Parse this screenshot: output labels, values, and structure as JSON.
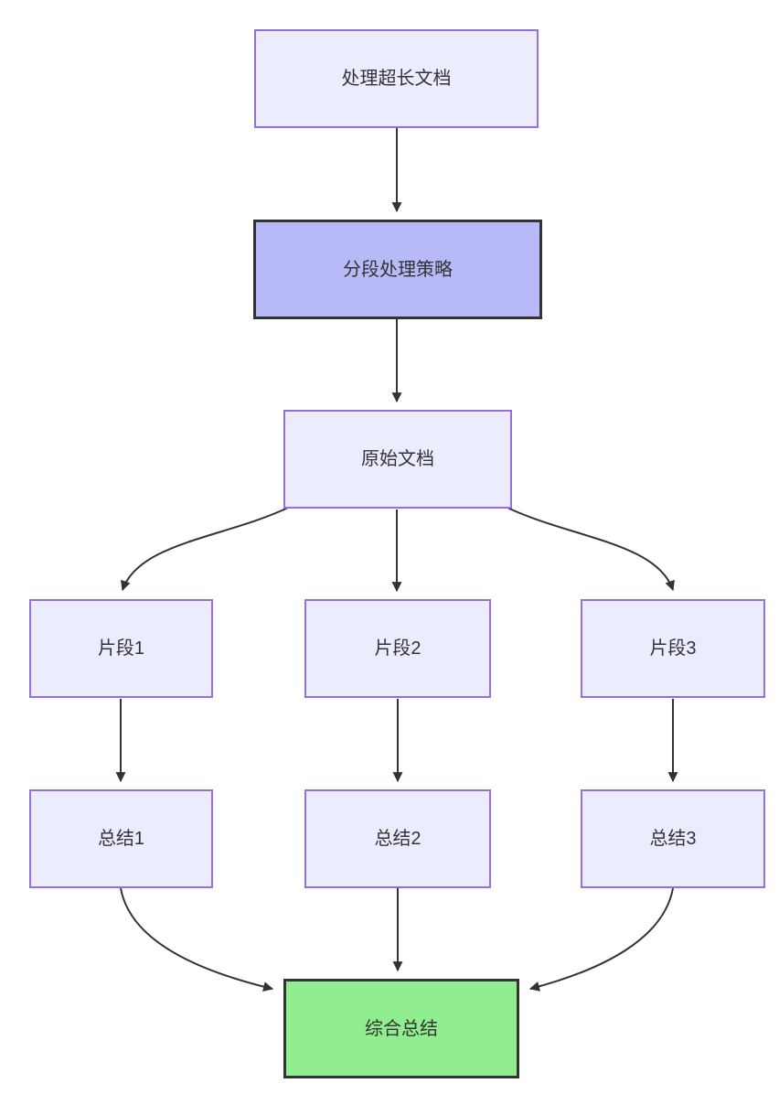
{
  "diagram": {
    "type": "flowchart",
    "direction": "top-down",
    "nodes": [
      {
        "id": "process-long-doc",
        "label": "处理超长文档",
        "kind": "default"
      },
      {
        "id": "segmentation-strategy",
        "label": "分段处理策略",
        "kind": "highlight"
      },
      {
        "id": "original-document",
        "label": "原始文档",
        "kind": "default"
      },
      {
        "id": "fragment-1",
        "label": "片段1",
        "kind": "default"
      },
      {
        "id": "fragment-2",
        "label": "片段2",
        "kind": "default"
      },
      {
        "id": "fragment-3",
        "label": "片段3",
        "kind": "default"
      },
      {
        "id": "summary-1",
        "label": "总结1",
        "kind": "default"
      },
      {
        "id": "summary-2",
        "label": "总结2",
        "kind": "default"
      },
      {
        "id": "summary-3",
        "label": "总结3",
        "kind": "default"
      },
      {
        "id": "final-summary",
        "label": "综合总结",
        "kind": "success"
      }
    ],
    "edges": [
      {
        "from": "process-long-doc",
        "to": "segmentation-strategy",
        "style": "straight"
      },
      {
        "from": "segmentation-strategy",
        "to": "original-document",
        "style": "straight"
      },
      {
        "from": "original-document",
        "to": "fragment-1",
        "style": "curved"
      },
      {
        "from": "original-document",
        "to": "fragment-2",
        "style": "straight"
      },
      {
        "from": "original-document",
        "to": "fragment-3",
        "style": "curved"
      },
      {
        "from": "fragment-1",
        "to": "summary-1",
        "style": "straight"
      },
      {
        "from": "fragment-2",
        "to": "summary-2",
        "style": "straight"
      },
      {
        "from": "fragment-3",
        "to": "summary-3",
        "style": "straight"
      },
      {
        "from": "summary-1",
        "to": "final-summary",
        "style": "curved"
      },
      {
        "from": "summary-2",
        "to": "final-summary",
        "style": "straight"
      },
      {
        "from": "summary-3",
        "to": "final-summary",
        "style": "curved"
      }
    ],
    "colors": {
      "node_fill": "#ECECFF",
      "node_border": "#9370DB",
      "highlight_fill": "#B7BAF7",
      "highlight_border": "#333333",
      "success_fill": "#90EE90",
      "success_border": "#333333",
      "edge": "#333333",
      "text": "#333333",
      "background": "#FFFFFF"
    }
  }
}
